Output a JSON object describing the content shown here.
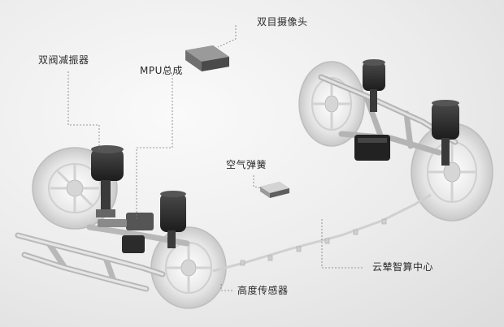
{
  "labels": {
    "stereo_camera": "双目摄像头",
    "dual_valve_damper": "双阀减振器",
    "mpu": "MPU总成",
    "air_spring": "空气弹簧",
    "yunnian_hub": "云辇智算中心",
    "height_sensor": "高度传感器"
  },
  "colors": {
    "background": "#e9e9e9",
    "leader_line": "#7a7a7a",
    "label_text": "#2a2a2a"
  }
}
